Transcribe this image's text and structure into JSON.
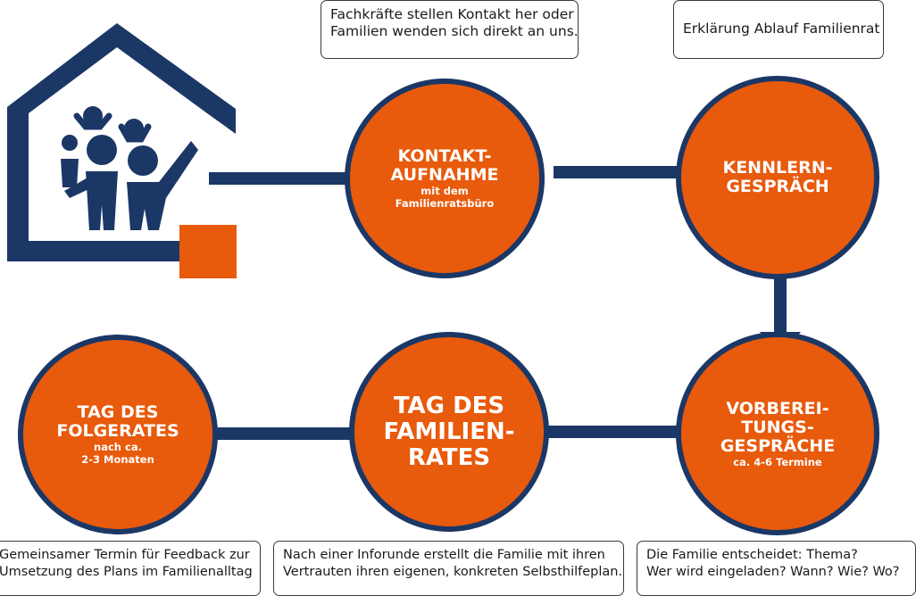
{
  "notes": {
    "top_contact": [
      "Fachkräfte stellen Kontakt her oder",
      "Familien wenden sich direkt an uns."
    ],
    "top_explanation": "Erklärung Ablauf Familienrat",
    "bottom_feedback": [
      "Gemeinsamer Termin für Feedback zur",
      "Umsetzung des Plans im Familienalltag"
    ],
    "bottom_plan": [
      "Nach einer Inforunde erstellt die Familie mit ihren",
      "Vertrauten ihren eigenen, konkreten Selbsthilfeplan."
    ],
    "bottom_decide": [
      "Die Familie entscheidet: Thema?",
      "Wer wird eingeladen? Wann? Wie? Wo?"
    ]
  },
  "steps": {
    "kontakt": {
      "title": [
        "KONTAKT-",
        "AUFNAHME"
      ],
      "sub": [
        "mit dem",
        "Familienratsbüro"
      ]
    },
    "kennlern": {
      "title": [
        "KENNLERN-",
        "GESPRÄCH"
      ]
    },
    "vorbereitung": {
      "title": [
        "VORBEREI-",
        "TUNGS-",
        "GESPRÄCHE"
      ],
      "sub": [
        "ca. 4-6 Termine"
      ]
    },
    "familienrat": {
      "title": [
        "TAG DES",
        "FAMILIEN-",
        "RATES"
      ]
    },
    "folgerat": {
      "title": [
        "TAG DES",
        "FOLGERATES"
      ],
      "sub": [
        "nach ca.",
        "2-3 Monaten"
      ]
    }
  },
  "colors": {
    "navy": "#1b3766",
    "orange": "#e85a0c",
    "white": "#ffffff"
  },
  "icons": [
    "house-family-logo",
    "arrow-right",
    "arrow-down",
    "arrow-left"
  ]
}
